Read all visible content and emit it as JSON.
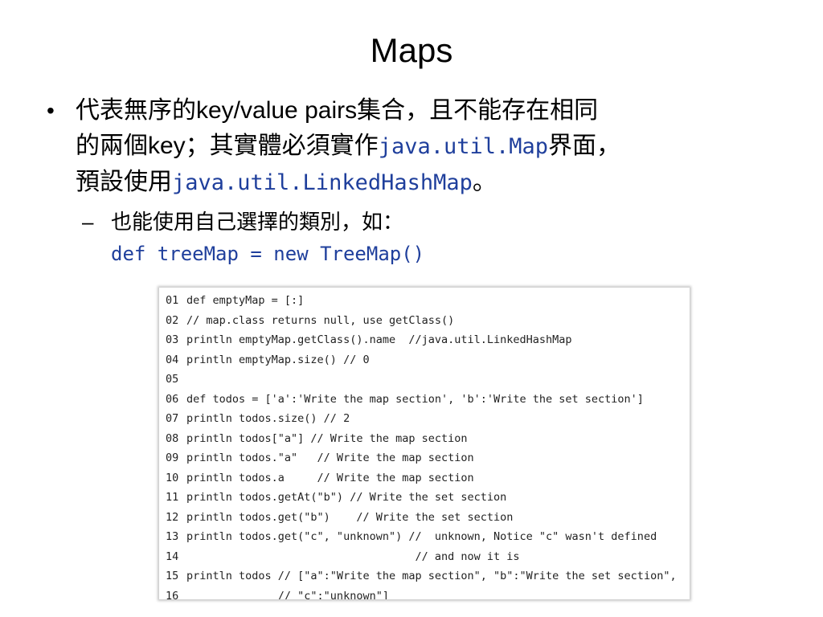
{
  "slide": {
    "title": "Maps",
    "bullet1": {
      "line1": "代表無序的key/value pairs集合，且不能存在相同",
      "line2_text": "的兩個key；其實體必須實作",
      "line2_code": "java.util.Map",
      "line2_tail": "界面，",
      "line3_text": "預設使用",
      "line3_code": "java.util.LinkedHashMap",
      "line3_tail": "。"
    },
    "bullet2": {
      "dash": "–",
      "text": "也能使用自己選擇的類別，如：",
      "code": "def treeMap = new TreeMap()"
    },
    "bullet_marker": "•",
    "code_lines": [
      {
        "num": "01",
        "text": "def emptyMap = [:]"
      },
      {
        "num": "02",
        "text": "// map.class returns null, use getClass()"
      },
      {
        "num": "03",
        "text": "println emptyMap.getClass().name  //java.util.LinkedHashMap"
      },
      {
        "num": "04",
        "text": "println emptyMap.size() // 0"
      },
      {
        "num": "05",
        "text": ""
      },
      {
        "num": "06",
        "text": "def todos = ['a':'Write the map section', 'b':'Write the set section']"
      },
      {
        "num": "07",
        "text": "println todos.size() // 2"
      },
      {
        "num": "08",
        "text": "println todos[\"a\"] // Write the map section"
      },
      {
        "num": "09",
        "text": "println todos.\"a\"   // Write the map section"
      },
      {
        "num": "10",
        "text": "println todos.a     // Write the map section"
      },
      {
        "num": "11",
        "text": "println todos.getAt(\"b\") // Write the set section"
      },
      {
        "num": "12",
        "text": "println todos.get(\"b\")    // Write the set section"
      },
      {
        "num": "13",
        "text": "println todos.get(\"c\", \"unknown\") //  unknown, Notice \"c\" wasn't defined"
      },
      {
        "num": "14",
        "text": "                                   // and now it is"
      },
      {
        "num": "15",
        "text": "println todos // [\"a\":\"Write the map section\", \"b\":\"Write the set section\","
      },
      {
        "num": "16",
        "text": "              // \"c\":\"unknown\"]"
      }
    ]
  }
}
